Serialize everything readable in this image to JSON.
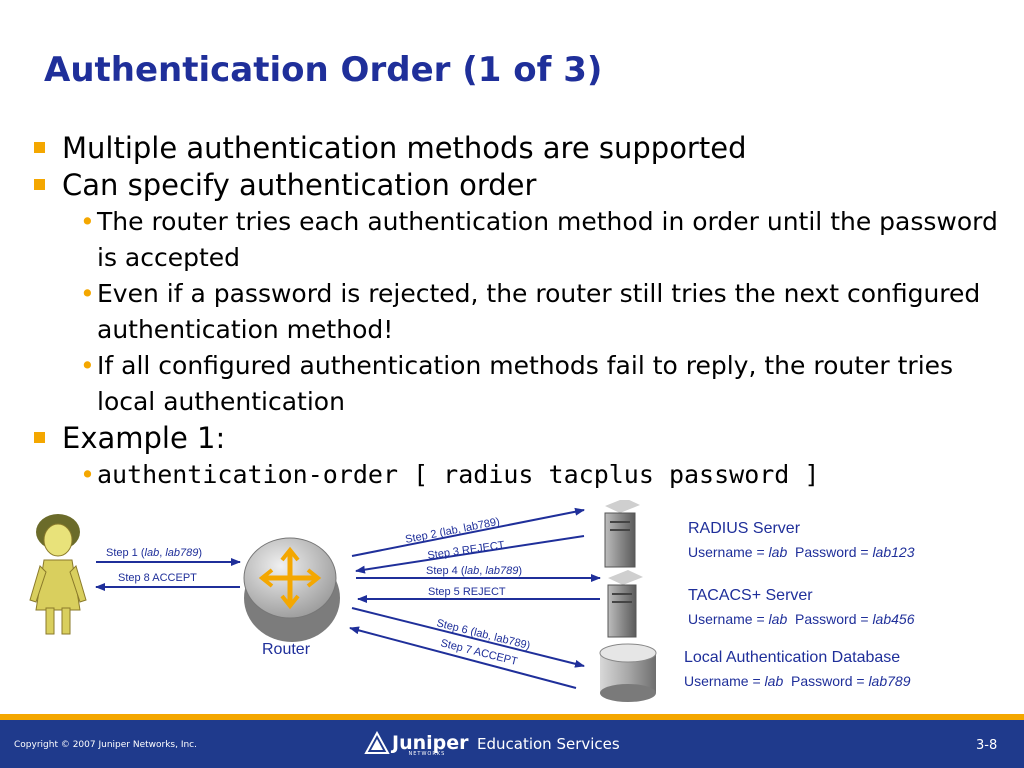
{
  "slide": {
    "title": "Authentication Order (1 of 3)",
    "bullets": [
      "Multiple authentication methods are supported",
      "Can specify authentication order"
    ],
    "sub_bullets": [
      "The router tries each authentication method in order until the password is accepted",
      "Even if a password is rejected, the router still tries the next configured authentication method!",
      "If all configured authentication methods fail to reply, the router tries local authentication"
    ],
    "example_label": "Example 1:",
    "example_code": "authentication-order [ radius tacplus password ]"
  },
  "diagram": {
    "router_label": "Router",
    "step1_prefix": "Step 1 (",
    "step1_user": "lab",
    "step1_sep": ", ",
    "step1_pass": "lab789",
    "step1_suffix": ")",
    "step8": "Step 8 ACCEPT",
    "step2": "Step 2 (lab, lab789)",
    "step3": "Step 3 REJECT",
    "step4_prefix": "Step 4 (",
    "step4_user": "lab",
    "step4_sep": ", ",
    "step4_pass": "lab789",
    "step4_suffix": ")",
    "step5": "Step 5 REJECT",
    "step6": "Step 6 (lab, lab789)",
    "step7": "Step 7 ACCEPT",
    "radius_title": "RADIUS Server",
    "radius_user_label": "Username = ",
    "radius_user": "lab",
    "radius_pass_label": "  Password = ",
    "radius_pass": "lab123",
    "tacacs_title": "TACACS+ Server",
    "tacacs_user_label": "Username = ",
    "tacacs_user": "lab",
    "tacacs_pass_label": "  Password = ",
    "tacacs_pass": "lab456",
    "local_title": "Local Authentication Database",
    "local_user_label": "Username = ",
    "local_user": "lab",
    "local_pass_label": "  Password = ",
    "local_pass": "lab789"
  },
  "footer": {
    "copyright": "Copyright © 2007 Juniper Networks, Inc.",
    "brand": "Juniper",
    "brand_sub": "NETWORKS",
    "education": "Education Services",
    "page": "3-8"
  },
  "colors": {
    "title": "#1f2f9a",
    "accent": "#f4a700",
    "footer": "#1f3a8c",
    "arrow": "#1f2f9a"
  }
}
